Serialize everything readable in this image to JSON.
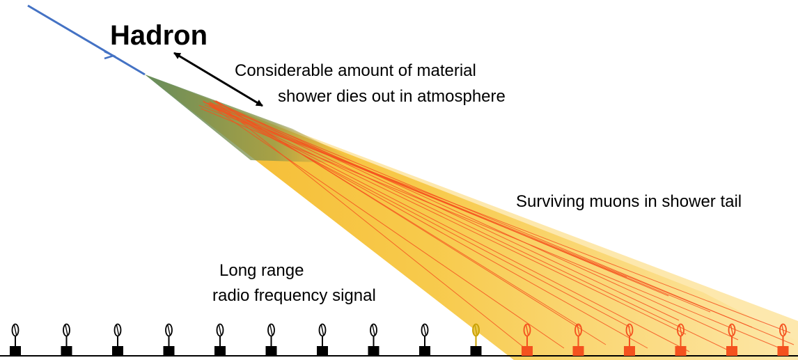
{
  "labels": {
    "particle": "Hadron",
    "material_line1": "Considerable amount of material",
    "material_line2": "shower dies out in atmosphere",
    "muons": "Surviving muons in shower tail",
    "radio_line1": "Long range",
    "radio_line2": "radio frequency signal"
  },
  "detectors": {
    "total": 16,
    "inactive_count": 9,
    "partial_count": 1,
    "hit_count": 6
  },
  "colors": {
    "primary_track": "#4472c4",
    "shower_fill": "#f7c948",
    "shower_tail": "#fce6a6",
    "core_green": "#5e8a5f",
    "muon_track": "#f4511e",
    "station_off": "#000000",
    "station_hit": "#f4511e",
    "antenna_partial": "#c9a000"
  },
  "icons": [
    "antenna-icon",
    "station-icon",
    "double-arrow-icon",
    "arrow-icon"
  ]
}
